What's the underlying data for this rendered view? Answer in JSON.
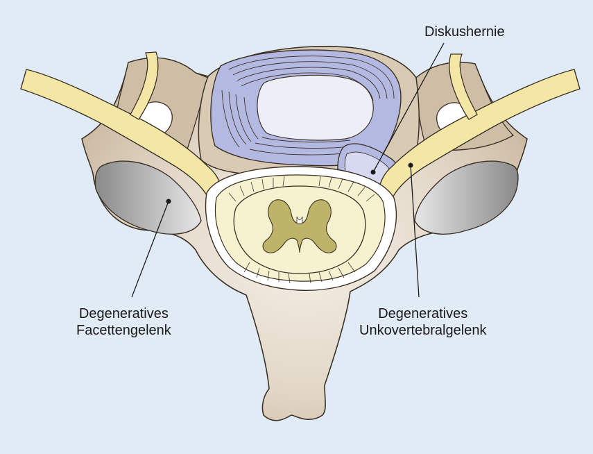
{
  "labels": {
    "disc_herniation": "Diskushernie",
    "facet_joint": {
      "line1": "Degeneratives",
      "line2": "Facettengelenk"
    },
    "uncovertebral_joint": {
      "line1": "Degeneratives",
      "line2": "Unkovertebralgelenk"
    }
  },
  "colors": {
    "background": "#e1ebf5",
    "bone": "#d8c9b4",
    "bone_highlight": "#f1ebe2",
    "bone_outline": "#3a3127",
    "nerve": "#f4e7a6",
    "disc_annulus": "#b4b9e2",
    "disc_nucleus": "#eceef8",
    "spinal_cord": "#f6f1cf",
    "gray_matter": "#bdb369",
    "facet_joint": "#9c9c9c"
  }
}
